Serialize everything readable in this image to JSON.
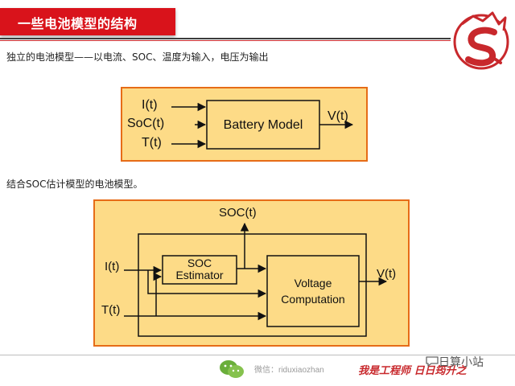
{
  "header": {
    "title": "一些电池模型的结构"
  },
  "captions": {
    "simple_model": "独立的电池模型——以电流、SOC、温度为输入，电压为输出",
    "soc_model": "结合SOC估计模型的电池模型。"
  },
  "diagram_1": {
    "inputs": [
      "I(t)",
      "SoC(t)",
      "T(t)"
    ],
    "block": "Battery Model",
    "output": "V(t)"
  },
  "diagram_2": {
    "input_current": "I(t)",
    "input_temp": "T(t)",
    "soc_block": [
      "SOC",
      "Estimator"
    ],
    "voltage_block": [
      "Voltage",
      "Computation"
    ],
    "soc_output": "SOC(t)",
    "voltage_output": "V(t)"
  },
  "footer": {
    "wechat": "微信：riduxiaozhan",
    "slogan": "我是工程师  日日筠升之",
    "watermark": "日算小站"
  },
  "colors": {
    "brand_red": "#d9131b",
    "panel_fill": "#fddb87",
    "panel_border": "#e66c17"
  },
  "icons": {
    "logo": "dragon-logo-icon",
    "wechat": "wechat-icon",
    "watermark": "chat-bubble-icon"
  }
}
